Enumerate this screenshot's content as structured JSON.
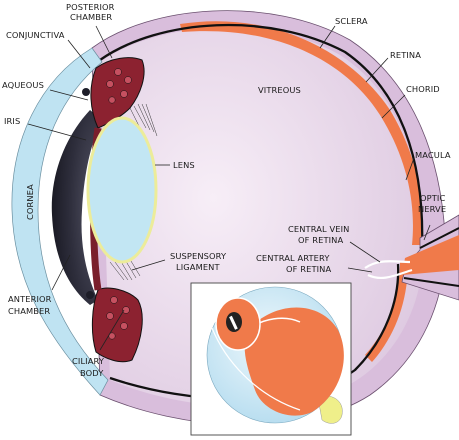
{
  "labels": {
    "posterior_chamber_1": "POSTERIOR",
    "posterior_chamber_2": "CHAMBER",
    "conjunctiva": "CONJUNCTIVA",
    "aqueous": "AQUEOUS",
    "iris": "IRIS",
    "cornea": "CORNEA",
    "anterior_chamber_1": "ANTERIOR",
    "anterior_chamber_2": "CHAMBER",
    "ciliary_body_1": "CILIARY",
    "ciliary_body_2": "BODY",
    "sclera": "SCLERA",
    "retina": "RETINA",
    "chorid": "CHORID",
    "vitreous": "VITREOUS",
    "lens": "LENS",
    "macula": "MACULA",
    "optic_nerve_1": "OPTIC",
    "optic_nerve_2": "NERVE",
    "central_vein_1": "CENTRAL VEIN",
    "central_vein_2": "OF RETINA",
    "central_artery_1": "CENTRAL ARTERY",
    "central_artery_2": "OF RETINA",
    "suspensory_1": "SUSPENSORY",
    "suspensory_2": "LIGAMENT"
  },
  "colors": {
    "sclera": "#d9bedc",
    "vitreous_light": "#f4e9f4",
    "vitreous_dark": "#dcc6de",
    "retina": "#f07a4a",
    "cornea": "#bfe3f2",
    "lens": "#c2e6f3",
    "lens_rim": "#ecec9a",
    "ciliary": "#8c2230",
    "iris_dark": "#3a3a4a",
    "outline": "#111111",
    "nerve_yellow": "#efef8a"
  }
}
